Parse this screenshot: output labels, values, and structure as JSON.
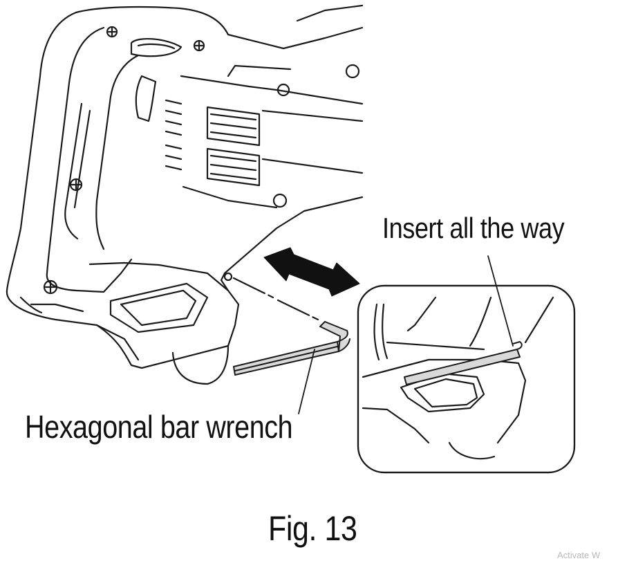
{
  "labels": {
    "insert": "Insert all the way",
    "wrench": "Hexagonal bar wrench"
  },
  "caption": "Fig. 13",
  "watermark": "Activate W",
  "colors": {
    "line": "#1a1a1a",
    "background": "#ffffff",
    "arrow": "#111111",
    "watermark": "#b8b8b8"
  }
}
